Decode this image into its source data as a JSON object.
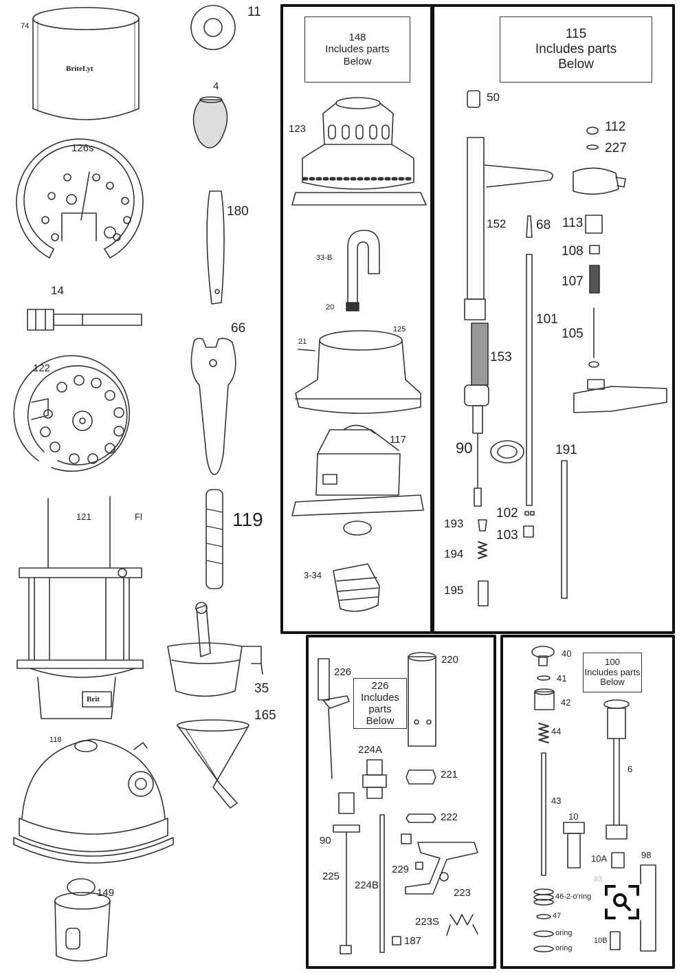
{
  "brand_labels": {
    "globe": "BriteLyt",
    "frame": "Brit"
  },
  "callouts": {
    "p74": "74",
    "p11": "11",
    "p4": "4",
    "p126s": "126s",
    "p180": "180",
    "p14": "14",
    "p66": "66",
    "p122": "122",
    "p119": "119",
    "p121": "121",
    "p121_fl": "Fl",
    "p35": "35",
    "p165": "165",
    "p118": "118",
    "p149": "149",
    "p123": "123",
    "p33b": "33-B",
    "p20": "20",
    "p21": "21",
    "p125": "125",
    "p117": "117",
    "p334": "3-34",
    "p50": "50",
    "p112": "112",
    "p227": "227",
    "p152": "152",
    "p68": "68",
    "p113": "113",
    "p108": "108",
    "p107": "107",
    "p101": "101",
    "p105": "105",
    "p153": "153",
    "p90a": "90",
    "p191": "191",
    "p193": "193",
    "p102": "102",
    "p103": "103",
    "p194": "194",
    "p195": "195",
    "p226": "226",
    "p220": "220",
    "p224a": "224A",
    "p221": "221",
    "p222": "222",
    "p90b": "90",
    "p229": "229",
    "p225": "225",
    "p224b": "224B",
    "p223": "223",
    "p223s": "223S",
    "p187": "187",
    "p40": "40",
    "p41": "41",
    "p42": "42",
    "p44": "44",
    "p6": "6",
    "p43": "43",
    "p10": "10",
    "p10a": "10A",
    "p98": "98",
    "p83": "83",
    "p46": "46-2-o'ring",
    "p47": "47",
    "p oring1": "oring",
    "p_oring1": "oring",
    "p_oring2": "oring",
    "p10b": "10B"
  },
  "group_notes": {
    "g148": {
      "number": "148",
      "line1": "Includes parts",
      "line2": "Below"
    },
    "g115": {
      "number": "115",
      "line1": "Includes parts",
      "line2": "Below"
    },
    "g226": {
      "number": "226",
      "line1": "Includes",
      "line2": "parts",
      "line3": "Below"
    },
    "g100": {
      "number": "100",
      "line1": "Includes parts",
      "line2": "Below"
    }
  },
  "zoom_icon": "magnifier-zoom-icon"
}
